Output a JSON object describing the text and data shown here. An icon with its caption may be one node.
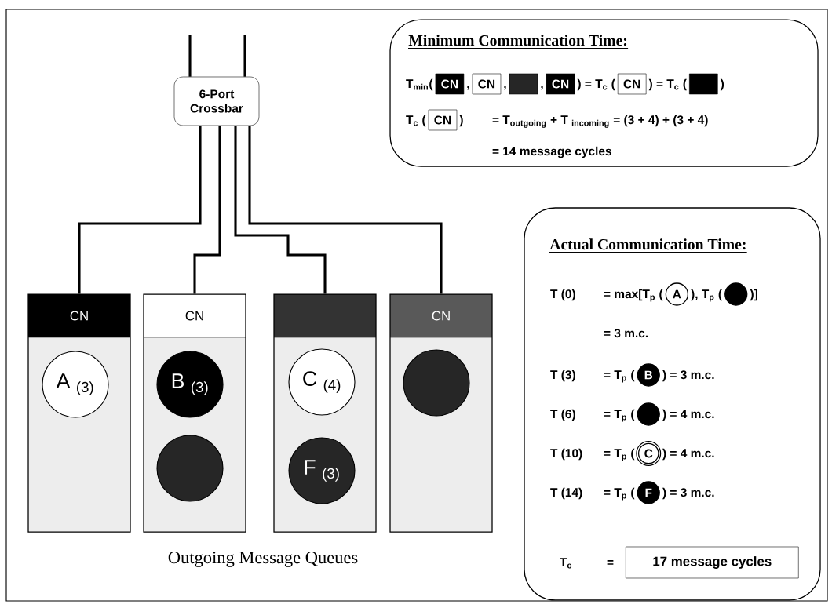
{
  "diagram": {
    "nodes": [
      {
        "text": [
          "6-Port Crossbar"
        ]
      },
      {
        "text": [
          "CN"
        ]
      },
      {
        "text": [
          "CN"
        ]
      },
      {
        "text": [],
        "shape": "box"
      },
      {
        "text": [
          "CN"
        ]
      },
      {
        "text": [
          "A $_{(3)}$"
        ],
        "in": 1
      },
      {
        "text": [
          "B $_{(3)}$"
        ],
        "in": 2
      },
      {
        "text": [],
        "shape": "circle",
        "in": 2
      },
      {
        "text": [
          "C $_{(4)}$"
        ],
        "in": 3
      },
      {
        "text": [
          "F $_{(3)}$"
        ],
        "in": 3
      },
      {
        "text": [],
        "shape": "circle",
        "in": 4
      },
      {
        "text": [
          "Minimum Communication Time:",
          "T$_{min}$(",
          ",",
          ",",
          ",",
          ") = T$_{c}$ (",
          ") = T$_{c}$ (",
          ")",
          "T$_{c}$ (",
          ")",
          "= T$_{outgoing}$ + T $_{incoming}$ = (3 + 4) + (3 + 4)",
          "= 14 message cycles"
        ]
      },
      {
        "text": [
          "CN"
        ],
        "in": 11
      },
      {
        "text": [
          "CN"
        ],
        "in": 11
      },
      {
        "text": [],
        "shape": "box",
        "in": 11
      },
      {
        "text": [
          "CN"
        ],
        "in": 11
      },
      {
        "text": [
          "CN"
        ],
        "in": 11
      },
      {
        "text": [],
        "shape": "box",
        "in": 11
      },
      {
        "text": [
          "CN"
        ],
        "in": 11
      },
      {
        "text": [
          "Actual Communication Time:",
          "T (0)",
          "= max[T$_{p}$ (",
          "), T$_{p}$ (",
          ")]",
          "= 3 m.c.",
          "T (3)",
          "= T$_{p}$ (",
          ") = 3 m.c.",
          "T (6)",
          "= T$_{p}$ (",
          ") = 4 m.c.",
          "T (10)",
          "= T$_{p}$ (",
          ") = 4 m.c.",
          "T (14)",
          "= T$_{p}$ (",
          ") = 3 m.c.",
          "T$_{c}$",
          "="
        ]
      },
      {
        "text": [
          "A"
        ],
        "in": 19
      },
      {
        "text": [],
        "shape": "circle",
        "in": 19
      },
      {
        "text": [
          "B"
        ],
        "in": 19
      },
      {
        "text": [],
        "shape": "circle",
        "in": 19
      },
      {
        "text": [
          "C"
        ],
        "in": 19
      },
      {
        "text": [
          "F"
        ],
        "in": 19
      },
      {
        "text": [
          "17 message cycles"
        ],
        "in": 19
      }
    ],
    "edges": [
      {
        "from": 0,
        "to": 1,
        "arrow": "none"
      },
      {
        "from": 0,
        "to": 2,
        "arrow": "none"
      },
      {
        "from": 0,
        "to": 3,
        "arrow": "none"
      },
      {
        "from": 0,
        "to": 4,
        "arrow": "none"
      },
      {
        "from": 0,
        "to": null,
        "arrow": "none"
      },
      {
        "from": 0,
        "to": null,
        "arrow": "none"
      }
    ],
    "labels": [
      "Outgoing Message Queues"
    ]
  }
}
